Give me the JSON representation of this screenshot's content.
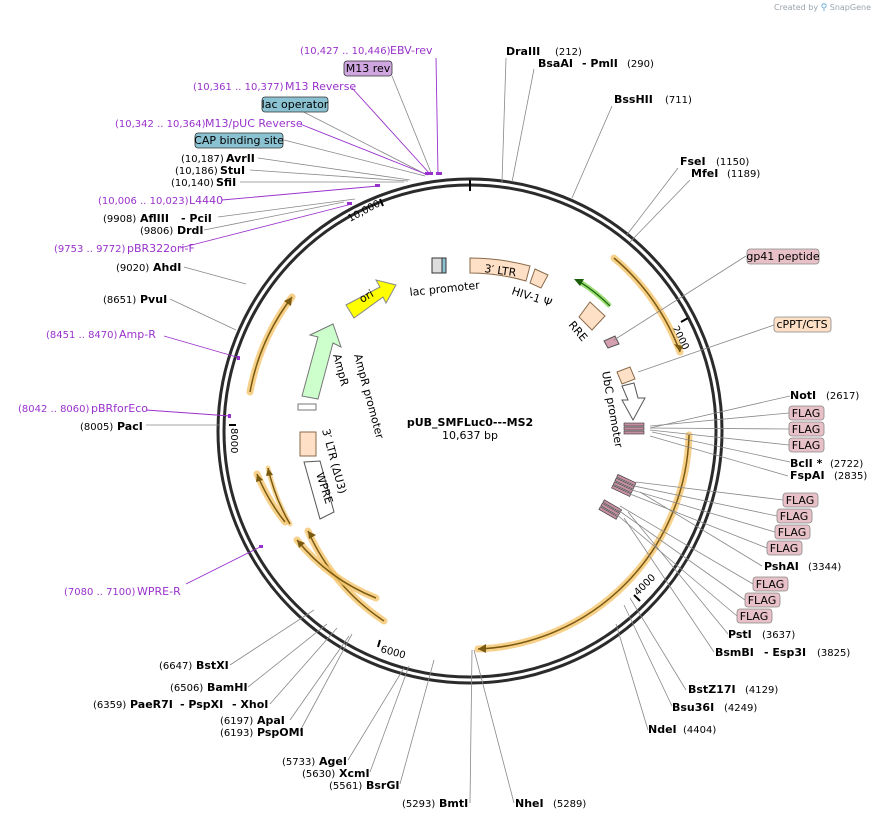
{
  "brand": {
    "created_by": "Created by",
    "name": "SnapGene"
  },
  "plasmid": {
    "name": "pUB_SMFLuc0---MS2",
    "size": "10,637 bp"
  },
  "ticks": [
    "2000",
    "4000",
    "6000",
    "8000",
    "10,000"
  ],
  "primers": [
    {
      "range": "(10,427 .. 10,446)",
      "name": "EBV-rev"
    },
    {
      "range": "(10,361 .. 10,377)",
      "name": "M13 Reverse"
    },
    {
      "range": "(10,342 .. 10,364)",
      "name": "M13/pUC Reverse"
    },
    {
      "range": "(10,006 .. 10,023)",
      "name": "L4440"
    },
    {
      "range": "(9753 .. 9772)",
      "name": "pBR322ori-F"
    },
    {
      "range": "(8451 .. 8470)",
      "name": "Amp-R"
    },
    {
      "range": "(8042 .. 8060)",
      "name": "pBRforEco"
    },
    {
      "range": "(7080 .. 7100)",
      "name": "WPRE-R"
    }
  ],
  "boxed_labels": {
    "m13_rev": "M13 rev",
    "lac_operator": "lac operator",
    "cap_site": "CAP binding site",
    "gp41": "gp41 peptide",
    "cppt": "cPPT/CTS",
    "flags": [
      "FLAG",
      "FLAG",
      "FLAG",
      "FLAG",
      "FLAG",
      "FLAG",
      "FLAG",
      "FLAG",
      "FLAG",
      "FLAG"
    ]
  },
  "enzymes": {
    "dra3": {
      "name": "DraIII",
      "pos": "(212)"
    },
    "bsaai": {
      "name": "BsaAI",
      "name2": "- PmlI",
      "pos": "(290)"
    },
    "bsshii": {
      "name": "BssHII",
      "pos": "(711)"
    },
    "fsei": {
      "name": "FseI",
      "pos": "(1150)"
    },
    "mfei": {
      "name": "MfeI",
      "pos": "(1189)"
    },
    "noti": {
      "name": "NotI",
      "pos": "(2617)"
    },
    "bcli": {
      "name": "BclI *",
      "pos": "(2722)"
    },
    "fspai": {
      "name": "FspAI",
      "pos": "(2835)"
    },
    "pshai": {
      "name": "PshAI",
      "pos": "(3344)"
    },
    "psti": {
      "name": "PstI",
      "pos": "(3637)"
    },
    "bsmbi": {
      "name": "BsmBI",
      "name2": "- Esp3I",
      "pos": "(3825)"
    },
    "bstz17i": {
      "name": "BstZ17I",
      "pos": "(4129)"
    },
    "bsu36i": {
      "name": "Bsu36I",
      "pos": "(4249)"
    },
    "ndei": {
      "name": "NdeI",
      "pos": "(4404)"
    },
    "ndei2": {
      "name": "NheI",
      "pos": "(5289)"
    },
    "bmti": {
      "name": "BmtI",
      "pos": "(5293)"
    },
    "bsrgi": {
      "name": "BsrGI",
      "pos": "(5561)"
    },
    "xcmi": {
      "name": "XcmI",
      "pos": "(5630)"
    },
    "agei": {
      "name": "AgeI",
      "pos": "(5733)"
    },
    "pspomi": {
      "name": "PspOMI",
      "pos": "(6193)"
    },
    "apai": {
      "name": "ApaI",
      "pos": "(6197)"
    },
    "paer7i": {
      "name": "PaeR7I",
      "name2": "- PspXI",
      "name3": "- XhoI",
      "pos": "(6359)"
    },
    "bamhi": {
      "name": "BamHI",
      "pos": "(6506)"
    },
    "bstxi": {
      "name": "BstXI",
      "pos": "(6647)"
    },
    "paci": {
      "name": "PacI",
      "pos": "(8005)"
    },
    "pvui": {
      "name": "PvuI",
      "pos": "(8651)"
    },
    "ahdi": {
      "name": "AhdI",
      "pos": "(9020)"
    },
    "drdi": {
      "name": "DrdI",
      "pos": "(9806)"
    },
    "afliii": {
      "name": "AflIII",
      "name2": "- PciI",
      "pos": "(9908)"
    },
    "sfii": {
      "name": "SfiI",
      "pos": "(10,140)"
    },
    "stui": {
      "name": "StuI",
      "pos": "(10,186)"
    },
    "avrii": {
      "name": "AvrII",
      "pos": "(10,187)"
    }
  },
  "features": {
    "ltr3": "3′ LTR",
    "hiv_psi": "HIV-1 Ψ",
    "rre": "RRE",
    "ubc": "UbC promoter",
    "ori": "ori",
    "ampr": "AmpR",
    "ampr_promoter": "AmpR promoter",
    "ltr3_du3": "3′ LTR (ΔU3)",
    "wpre": "WPRE",
    "lac_promoter": "lac promoter"
  },
  "colors": {
    "backbone": "#2b2b2b",
    "orf_highlight": "#f5c46b",
    "primer": "#9932cc",
    "flag_fill": "#e8c1c8",
    "feature_fill": "#fde0c5",
    "ori_fill": "#ffff00",
    "ampr_fill": "#ccffcc",
    "lac_op_fill": "#8bc2d2"
  }
}
